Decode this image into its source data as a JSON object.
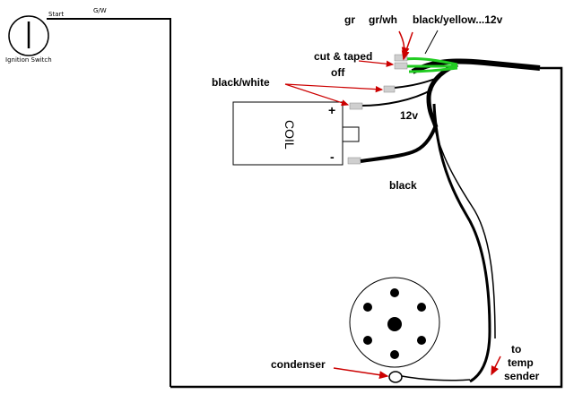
{
  "switch": {
    "start_label": "Start",
    "name_label": "Ignition Switch"
  },
  "wires": {
    "gw_label": "G/W"
  },
  "labels": {
    "gr": "gr",
    "grwh": "gr/wh",
    "black_yellow": "black/yellow...12v",
    "cut_taped_1": "cut & taped",
    "cut_taped_2": "off",
    "black_white": "black/white",
    "twelve_v": "12v",
    "black": "black",
    "condenser": "condenser",
    "to_temp_1": "to",
    "to_temp_2": "temp",
    "to_temp_3": "sender"
  },
  "coil": {
    "label": "COIL",
    "plus": "+",
    "minus": "-"
  },
  "colors": {
    "wire_black": "#000000",
    "wire_green": "#22cc22",
    "arrow_red": "#cc0000",
    "connector_grey": "#cfcfcf"
  }
}
